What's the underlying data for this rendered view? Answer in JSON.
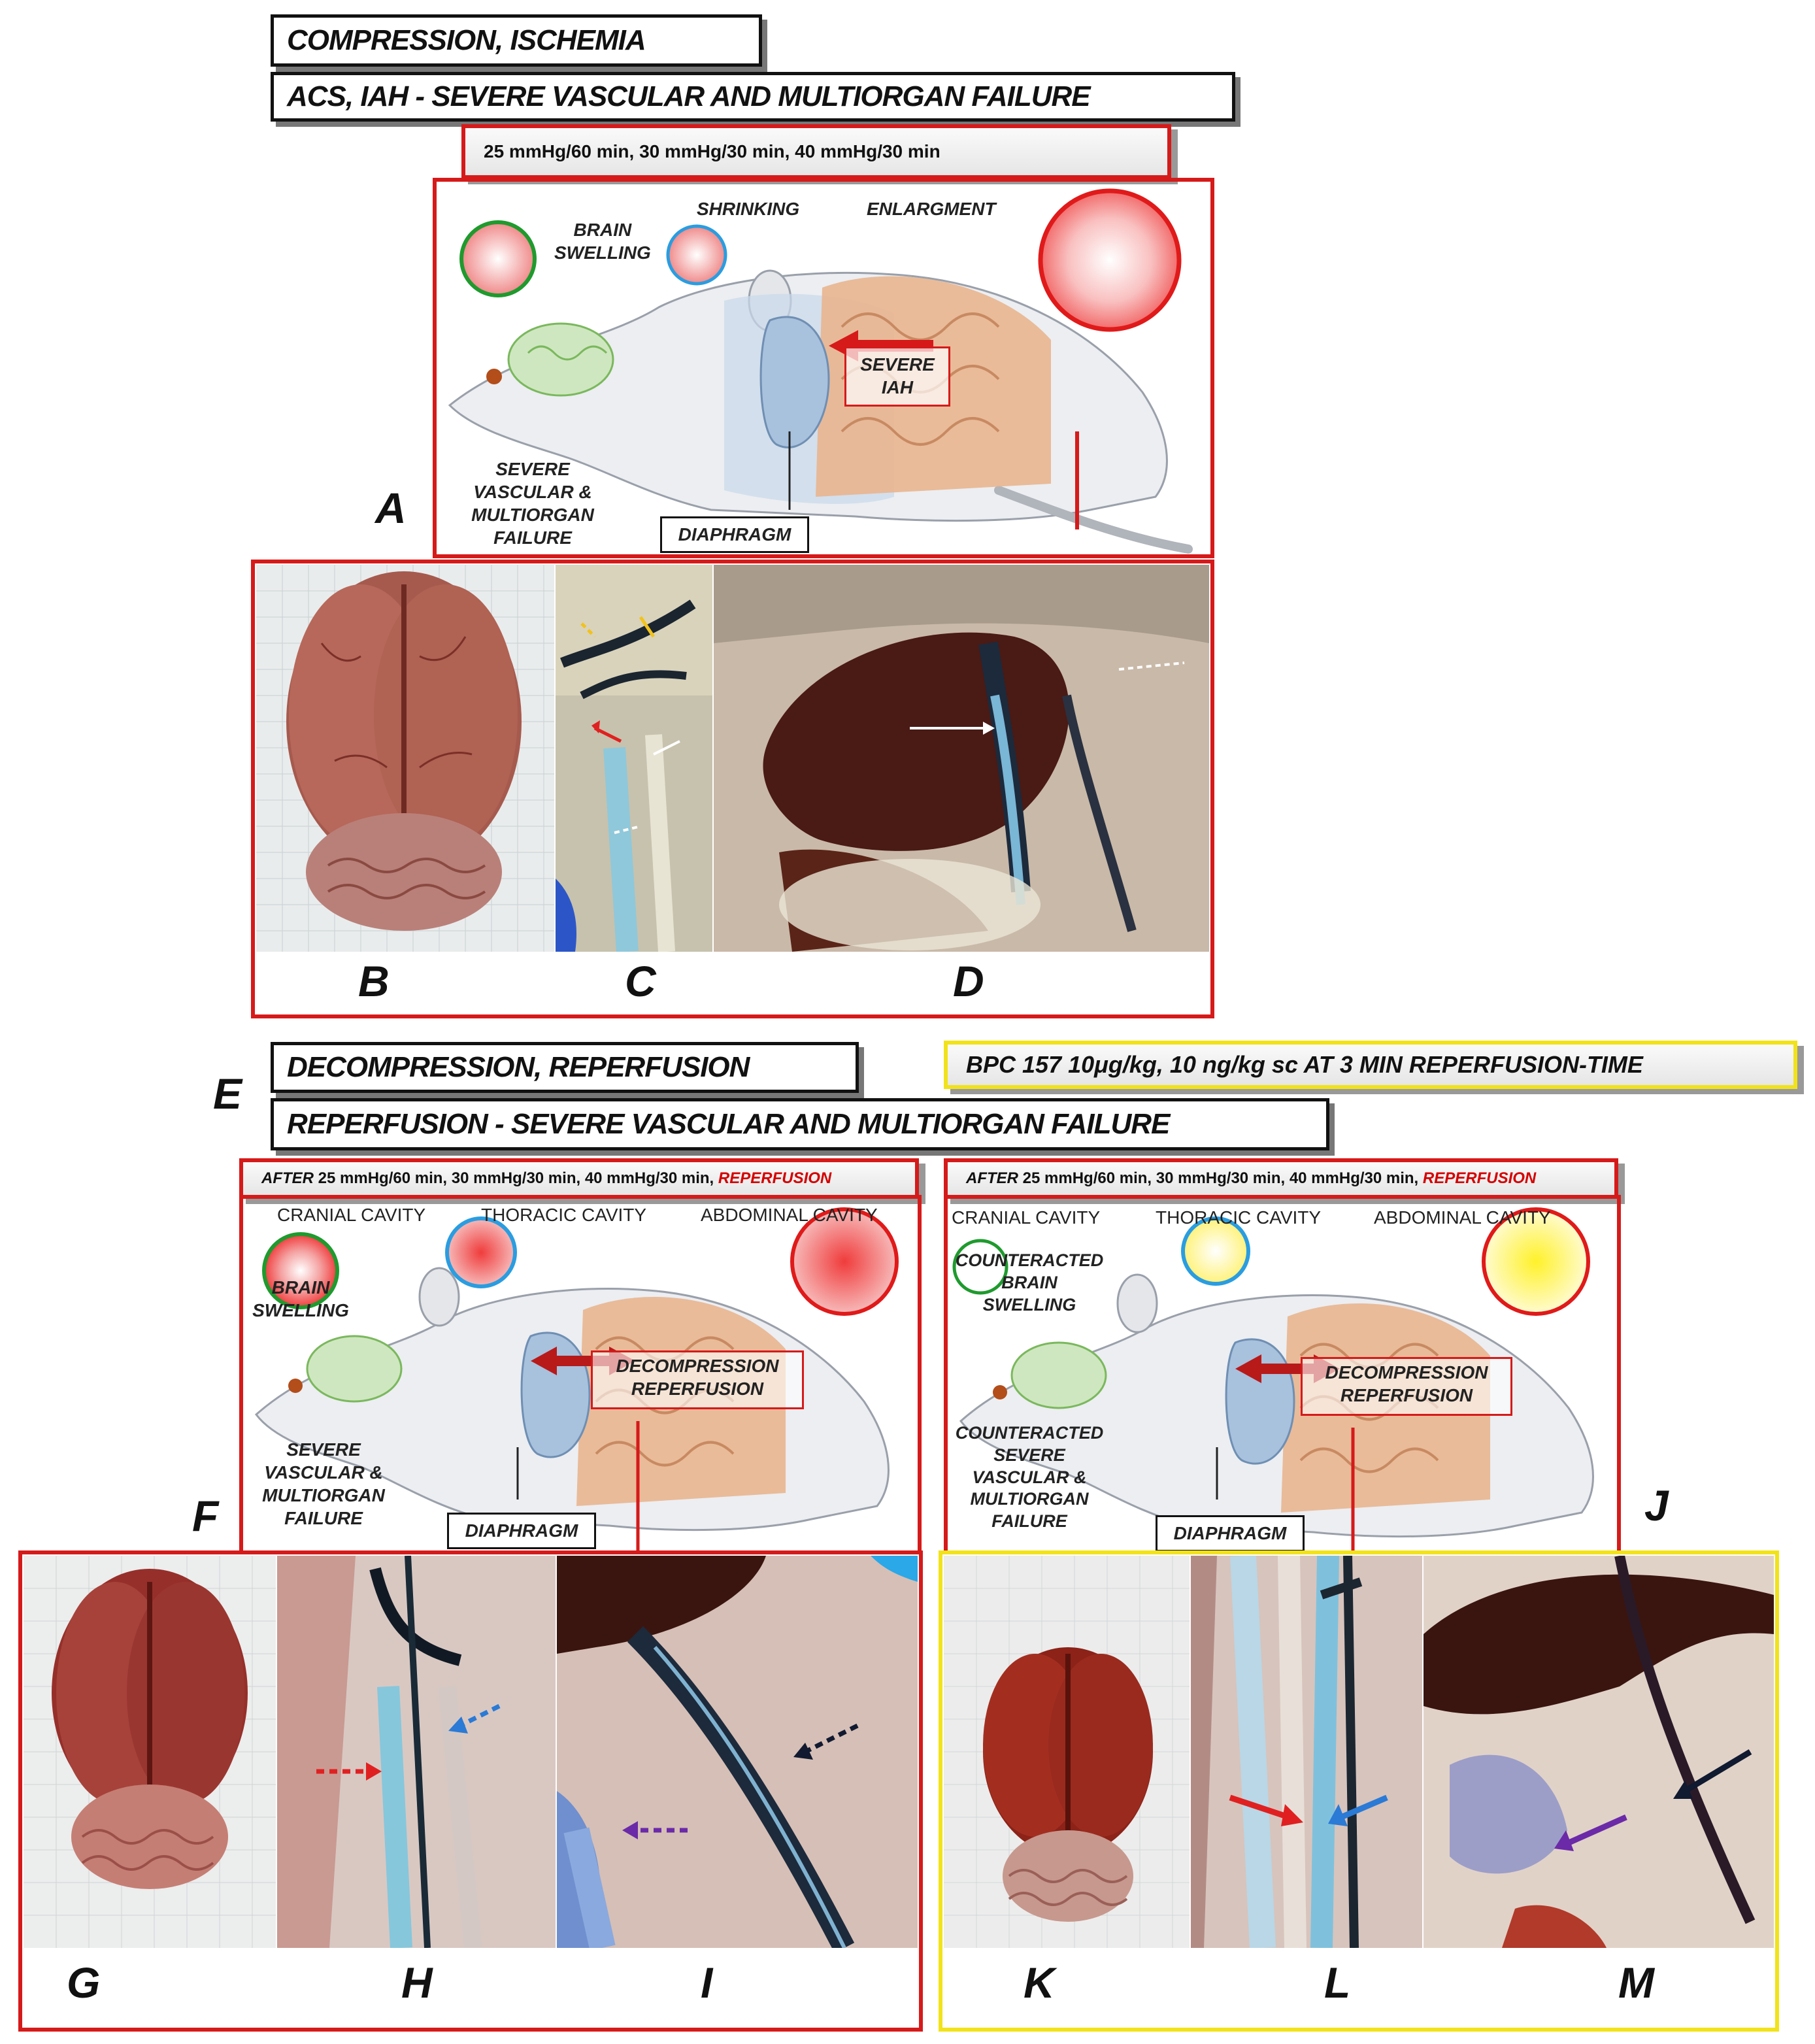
{
  "top": {
    "title1": "COMPRESSION, ISCHEMIA",
    "title2": "ACS, IAH - SEVERE VASCULAR AND MULTIORGAN FAILURE",
    "protocol": "25 mmHg/60 min, 30 mmHg/30 min, 40 mmHg/30 min"
  },
  "panelA": {
    "brain_swelling": "BRAIN\nSWELLING",
    "shrinking": "SHRINKING",
    "enlargment": "ENLARGMENT",
    "severe_iah": "SEVERE\nIAH",
    "failure": "SEVERE\nVASCULAR &\nMULTIORGAN\nFAILURE",
    "diaphragm": "DIAPHRAGM"
  },
  "bottom": {
    "title1": "DECOMPRESSION, REPERFUSION",
    "title2": "REPERFUSION - SEVERE VASCULAR AND MULTIORGAN FAILURE",
    "treatment": "BPC 157 10μg/kg, 10 ng/kg sc AT 3 MIN REPERFUSION-TIME",
    "after": "AFTER",
    "protocol": "25 mmHg/60 min, 30 mmHg/30 min, 40 mmHg/30 min,",
    "reperfusion": "REPERFUSION"
  },
  "panelF": {
    "cranial": "CRANIAL CAVITY",
    "thoracic": "THORACIC CAVITY",
    "abdominal": "ABDOMINAL CAVITY",
    "brain_swelling": "BRAIN\nSWELLING",
    "decompression": "DECOMPRESSION\nREPERFUSION",
    "failure": "SEVERE\nVASCULAR &\nMULTIORGAN\nFAILURE",
    "diaphragm": "DIAPHRAGM"
  },
  "panelJ": {
    "cranial": "CRANIAL CAVITY",
    "thoracic": "THORACIC CAVITY",
    "abdominal": "ABDOMINAL CAVITY",
    "brain_swelling": "COUNTERACTED\nBRAIN\nSWELLING",
    "decompression": "DECOMPRESSION\nREPERFUSION",
    "failure": "COUNTERACTED\nSEVERE\nVASCULAR &\nMULTIORGAN\nFAILURE",
    "diaphragm": "DIAPHRAGM"
  },
  "letters": {
    "A": "A",
    "B": "B",
    "C": "C",
    "D": "D",
    "E": "E",
    "F": "F",
    "G": "G",
    "H": "H",
    "I": "I",
    "J": "J",
    "K": "K",
    "L": "L",
    "M": "M"
  },
  "colors": {
    "frame_red": "#d61a1a",
    "frame_yellow": "#f1e21a",
    "cranial_ring": "#1f9a2e",
    "thoracic_ring": "#2a9de0",
    "abdominal_ring": "#e01a1a",
    "treated_fill": "#fff27a"
  }
}
